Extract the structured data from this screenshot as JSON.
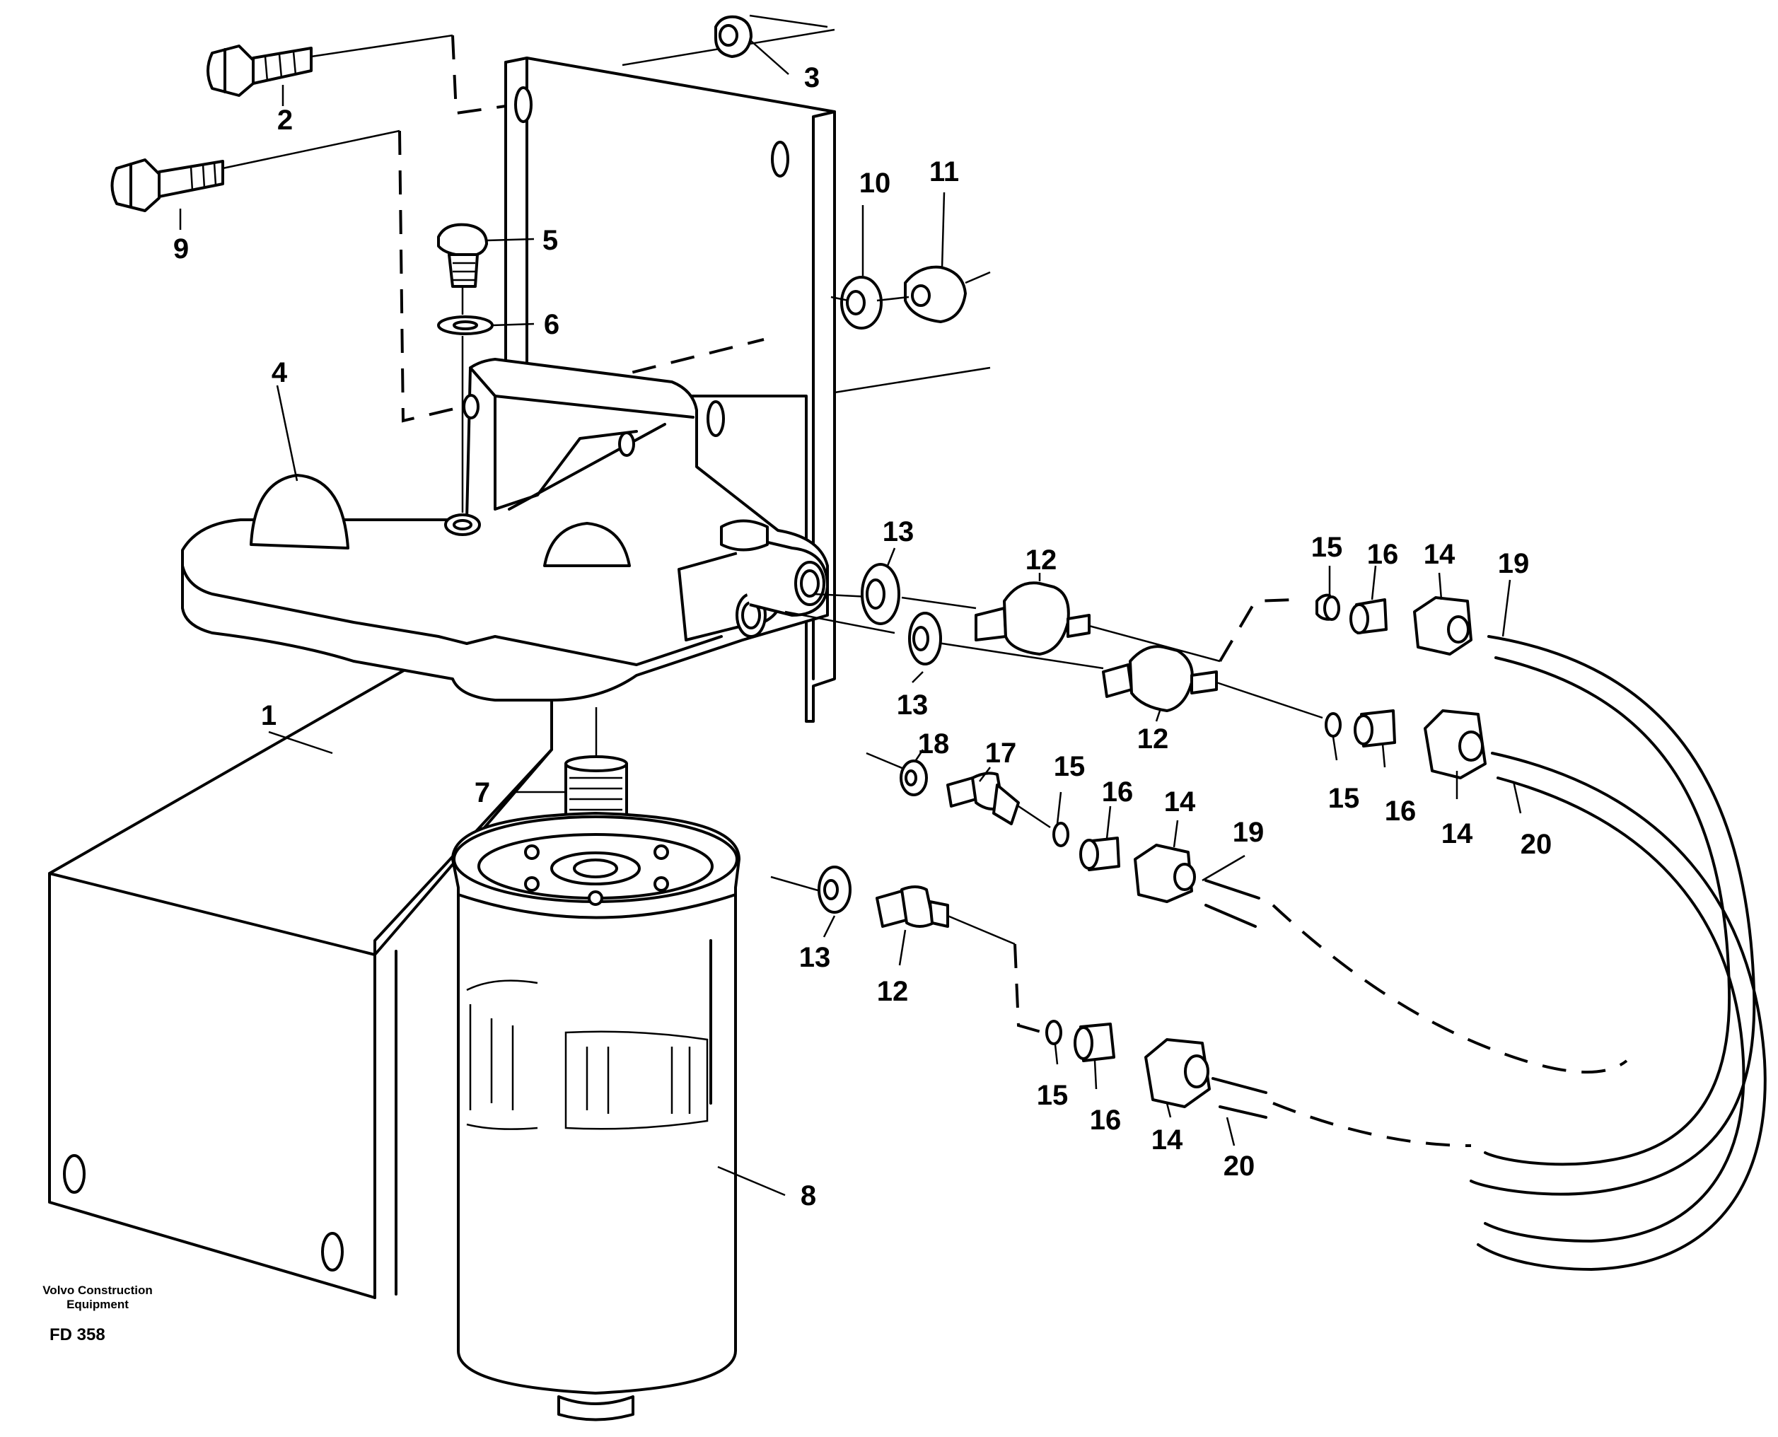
{
  "diagram": {
    "callouts": [
      {
        "id": "c1",
        "text": "1"
      },
      {
        "id": "c2",
        "text": "2"
      },
      {
        "id": "c3",
        "text": "3"
      },
      {
        "id": "c4",
        "text": "4"
      },
      {
        "id": "c5",
        "text": "5"
      },
      {
        "id": "c6",
        "text": "6"
      },
      {
        "id": "c7",
        "text": "7"
      },
      {
        "id": "c8",
        "text": "8"
      },
      {
        "id": "c9",
        "text": "9"
      },
      {
        "id": "c10",
        "text": "10"
      },
      {
        "id": "c11",
        "text": "11"
      },
      {
        "id": "c12a",
        "text": "12"
      },
      {
        "id": "c12b",
        "text": "12"
      },
      {
        "id": "c12c",
        "text": "12"
      },
      {
        "id": "c13a",
        "text": "13"
      },
      {
        "id": "c13b",
        "text": "13"
      },
      {
        "id": "c13c",
        "text": "13"
      },
      {
        "id": "c14a",
        "text": "14"
      },
      {
        "id": "c14b",
        "text": "14"
      },
      {
        "id": "c14c",
        "text": "14"
      },
      {
        "id": "c14d",
        "text": "14"
      },
      {
        "id": "c15a",
        "text": "15"
      },
      {
        "id": "c15b",
        "text": "15"
      },
      {
        "id": "c15c",
        "text": "15"
      },
      {
        "id": "c15d",
        "text": "15"
      },
      {
        "id": "c16a",
        "text": "16"
      },
      {
        "id": "c16b",
        "text": "16"
      },
      {
        "id": "c16c",
        "text": "16"
      },
      {
        "id": "c16d",
        "text": "16"
      },
      {
        "id": "c17",
        "text": "17"
      },
      {
        "id": "c18",
        "text": "18"
      },
      {
        "id": "c19a",
        "text": "19"
      },
      {
        "id": "c19b",
        "text": "19"
      },
      {
        "id": "c20a",
        "text": "20"
      },
      {
        "id": "c20b",
        "text": "20"
      }
    ],
    "credit": [
      "Volvo Construction",
      "Equipment"
    ],
    "reference": "FD 358"
  }
}
